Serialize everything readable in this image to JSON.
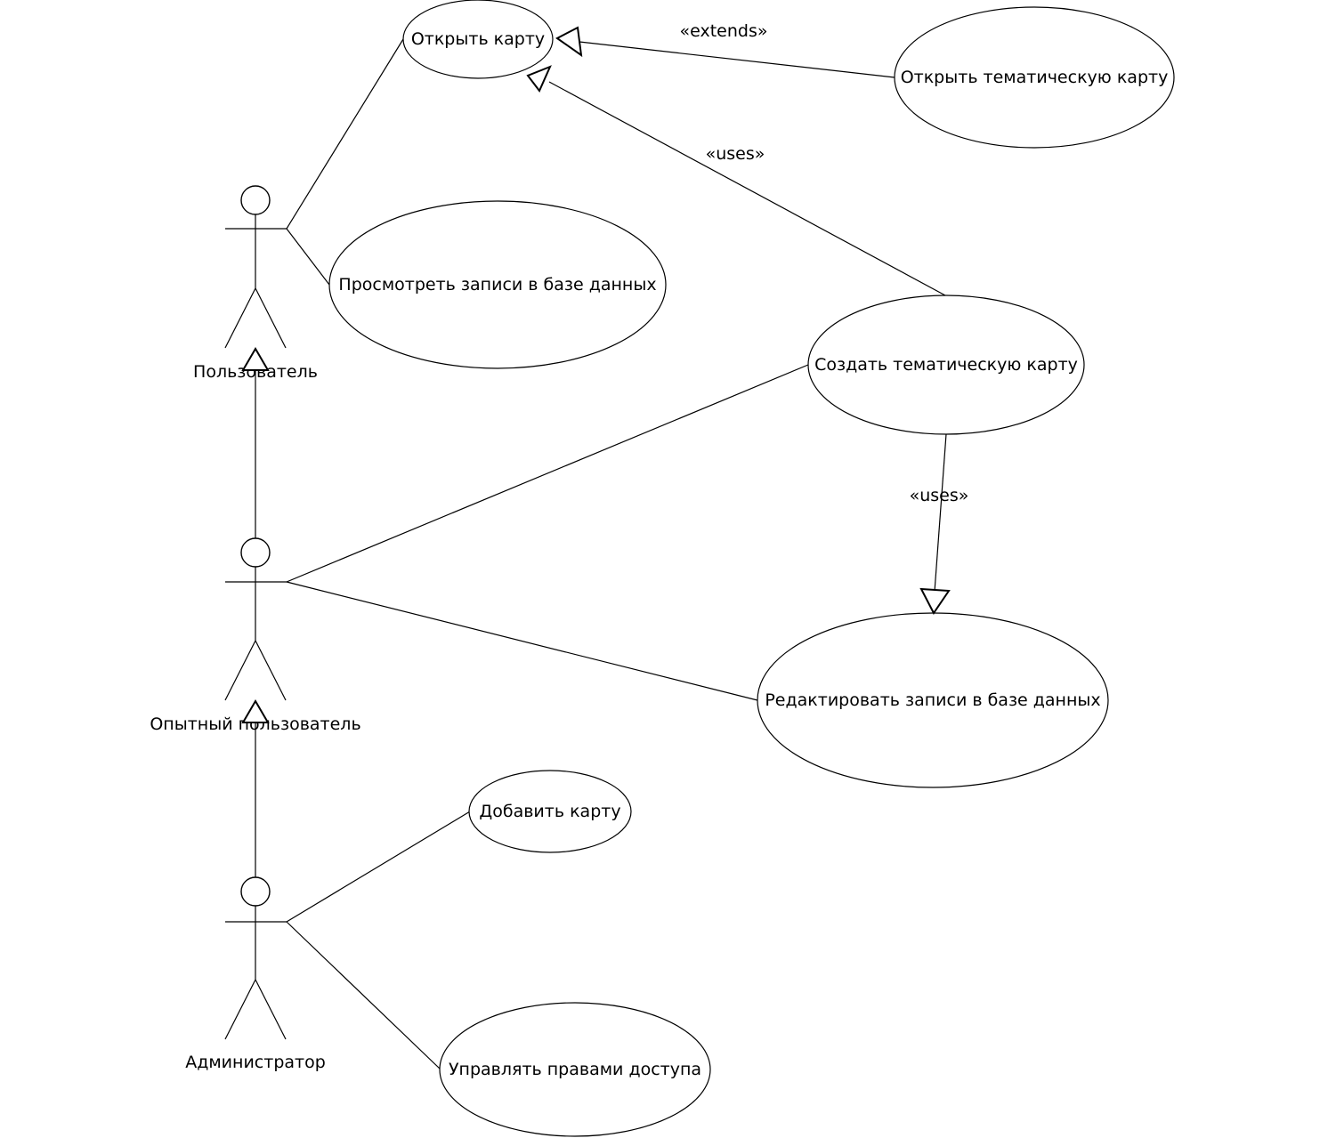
{
  "actors": {
    "user": "Пользователь",
    "power_user": "Опытный пользователь",
    "admin": "Администратор"
  },
  "use_cases": {
    "open_map": "Открыть карту",
    "open_thematic_map": "Открыть тематическую карту",
    "view_records": "Просмотреть записи в базе данных",
    "create_thematic_map": "Создать тематическую карту",
    "edit_records": "Редактировать записи в базе данных",
    "add_map": "Добавить карту",
    "manage_access": "Управлять правами доступа"
  },
  "relations": {
    "extends_label": "«extends»",
    "uses_label_top": "«uses»",
    "uses_label_bottom": "«uses»"
  }
}
